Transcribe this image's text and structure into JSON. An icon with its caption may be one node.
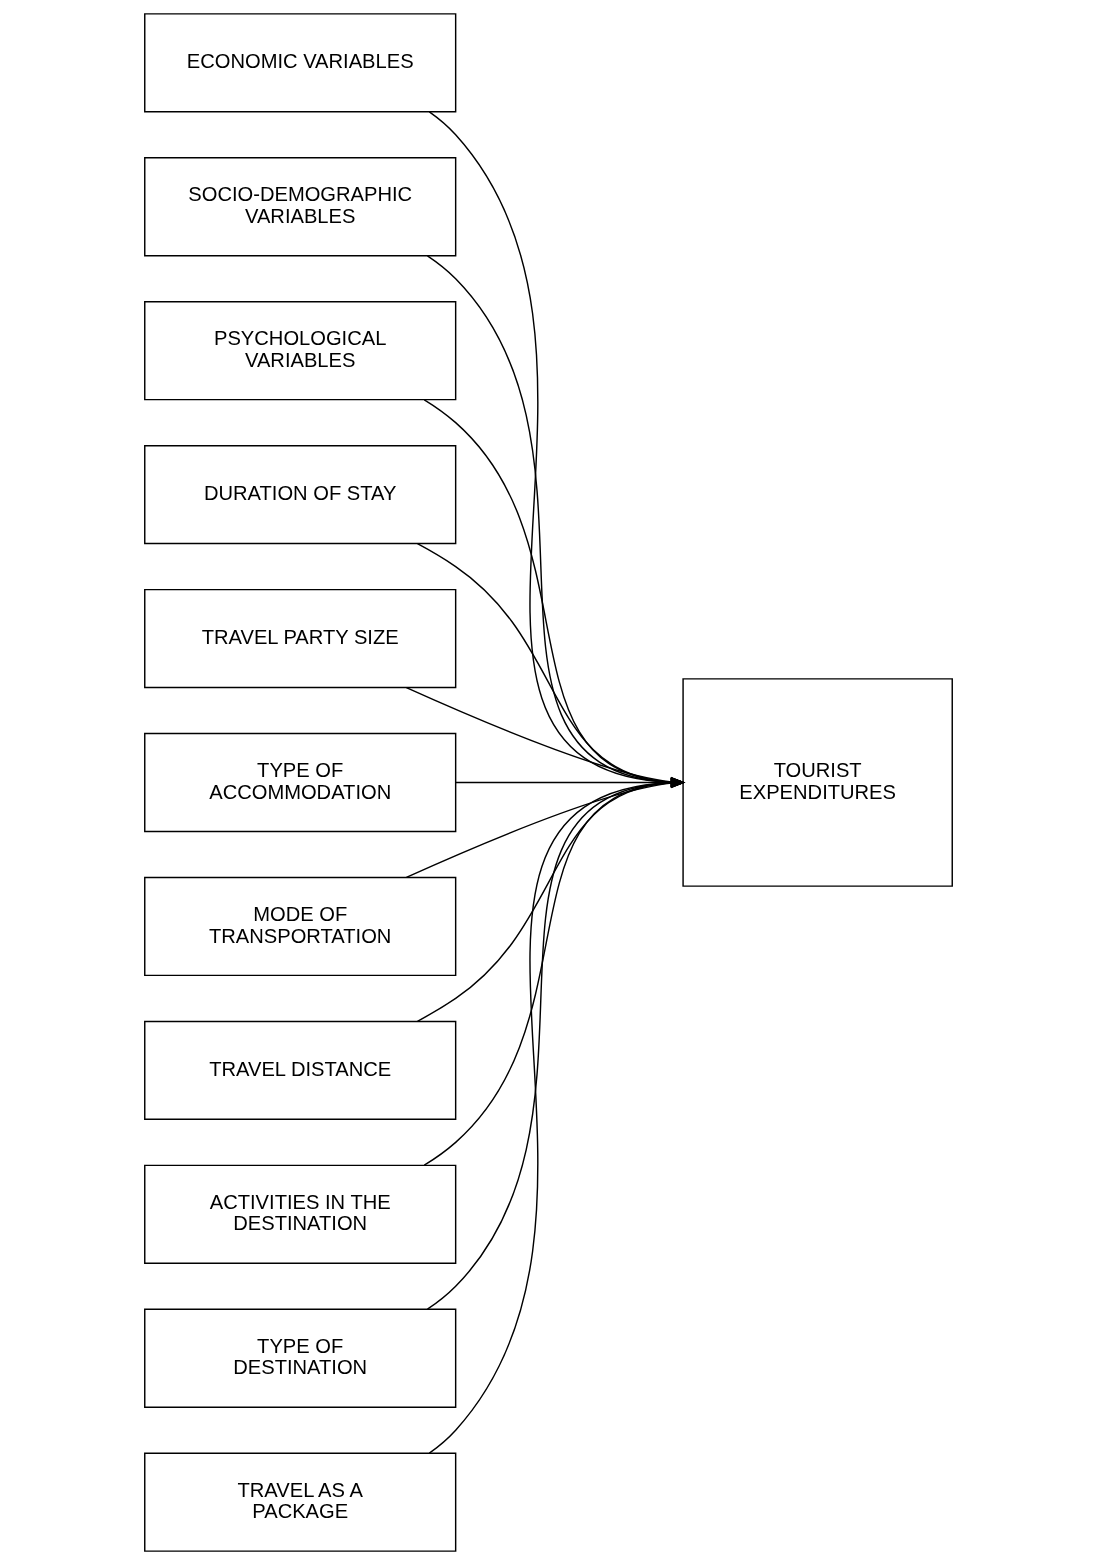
{
  "diagram": {
    "nodes": [
      {
        "text": [
          "ECONOMIC VARIABLES"
        ]
      },
      {
        "text": [
          "SOCIO-DEMOGRAPHIC VARIABLES"
        ]
      },
      {
        "text": [
          "PSYCHOLOGICAL VARIABLES"
        ]
      },
      {
        "text": [
          "DURATION OF STAY"
        ]
      },
      {
        "text": [
          "TRAVEL PARTY SIZE"
        ]
      },
      {
        "text": [
          "TYPE OF ACCOMMODATION"
        ]
      },
      {
        "text": [
          "MODE OF TRANSPORTATION"
        ]
      },
      {
        "text": [
          "TRAVEL DISTANCE"
        ]
      },
      {
        "text": [
          "ACTIVITIES IN THE DESTINATION"
        ]
      },
      {
        "text": [
          "TYPE OF DESTINATION"
        ]
      },
      {
        "text": [
          "TRAVEL AS A PACKAGE"
        ]
      },
      {
        "text": [
          "TOURIST EXPENDITURES"
        ]
      }
    ],
    "edges": [
      {
        "from": 0,
        "to": 11,
        "arrow": "to"
      },
      {
        "from": 1,
        "to": 11,
        "arrow": "to"
      },
      {
        "from": 2,
        "to": 11,
        "arrow": "to"
      },
      {
        "from": 3,
        "to": 11,
        "arrow": "to"
      },
      {
        "from": 4,
        "to": 11,
        "arrow": "to"
      },
      {
        "from": 5,
        "to": 11,
        "arrow": "to"
      },
      {
        "from": 6,
        "to": 11,
        "arrow": "to"
      },
      {
        "from": 7,
        "to": 11,
        "arrow": "to"
      },
      {
        "from": 8,
        "to": 11,
        "arrow": "to"
      },
      {
        "from": 9,
        "to": 11,
        "arrow": "to"
      },
      {
        "from": 10,
        "to": 11,
        "arrow": "to"
      }
    ]
  }
}
